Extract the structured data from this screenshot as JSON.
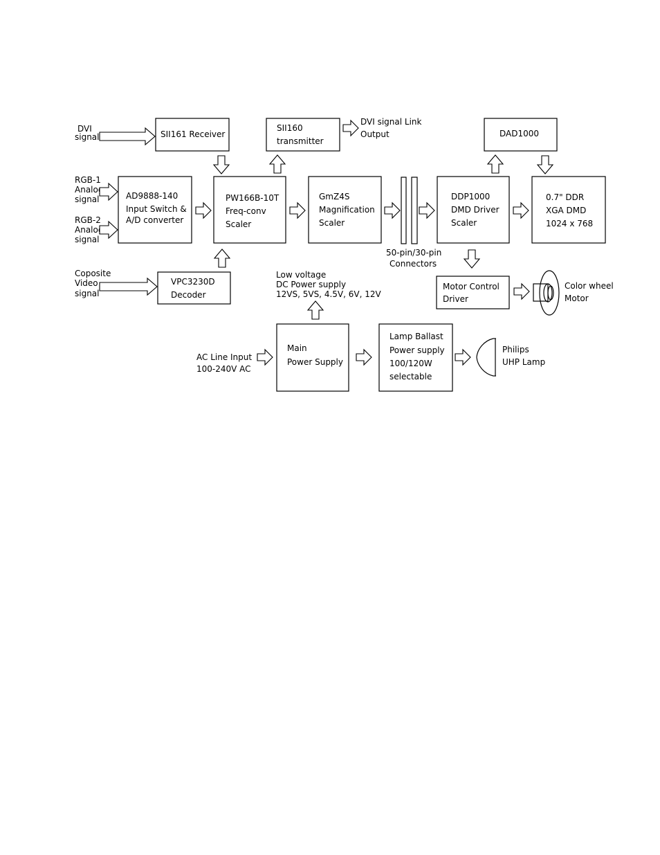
{
  "blocks": {
    "sii161": [
      "SII161 Receiver"
    ],
    "sii160": [
      "SII160",
      "transmitter"
    ],
    "dad1000": [
      "DAD1000"
    ],
    "ad9888": [
      "AD9888-140",
      "Input Switch &",
      "A/D converter"
    ],
    "pw166": [
      "PW166B-10T",
      "Freq-conv",
      "Scaler"
    ],
    "gm": [
      "GmZ4S",
      "Magnification",
      "Scaler"
    ],
    "ddp1000": [
      "DDP1000",
      "DMD Driver",
      "Scaler"
    ],
    "dmd": [
      "0.7\"  DDR",
      "XGA  DMD",
      "1024 x 768"
    ],
    "vpc": [
      "VPC3230D",
      "Decoder"
    ],
    "motor_ctrl": [
      "Motor Control",
      "Driver"
    ],
    "main_ps": [
      "Main",
      "Power Supply"
    ],
    "ballast": [
      "Lamp Ballast",
      "Power supply",
      "100/120W",
      "selectable"
    ]
  },
  "labels": {
    "dvi_in": [
      "DVI",
      "signal"
    ],
    "rgb1": [
      "RGB-1",
      "Analog",
      "signal"
    ],
    "rgb2": [
      "RGB-2",
      "Analog",
      "signal"
    ],
    "composite": [
      "Coposite",
      "Video",
      "signal"
    ],
    "dvi_out": [
      "DVI signal Link",
      "Output"
    ],
    "connectors": [
      "50-pin/30-pin",
      "Connectors"
    ],
    "low_voltage": [
      "Low voltage",
      "DC Power supply",
      "12VS, 5VS, 4.5V, 6V, 12V"
    ],
    "ac_in": [
      "AC Line Input",
      "100-240V AC"
    ],
    "color_wheel": [
      "Color wheel",
      "Motor"
    ],
    "lamp": [
      "Philips",
      "UHP Lamp"
    ]
  }
}
